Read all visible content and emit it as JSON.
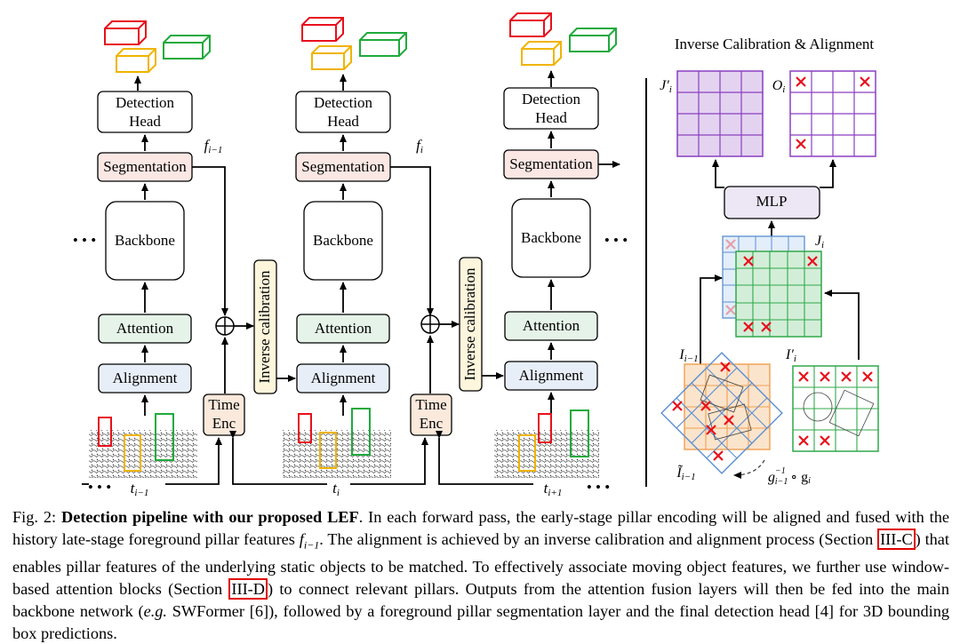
{
  "blocks": {
    "detection_head_line1": "Detection",
    "detection_head_line2": "Head",
    "segmentation": "Segmentation",
    "backbone": "Backbone",
    "attention": "Attention",
    "alignment": "Alignment",
    "time_enc_line1": "Time",
    "time_enc_line2": "Enc",
    "inverse_calibration": "Inverse calibration",
    "mlp": "MLP",
    "ellipsis": "• • •"
  },
  "math": {
    "f_prev": "f",
    "f_prev_sub": "i−1",
    "f_cur": "f",
    "f_cur_sub": "i",
    "t_prev": "t",
    "t_prev_sub": "i−1",
    "t_cur": "t",
    "t_cur_sub": "i",
    "t_next": "t",
    "t_next_sub": "i+1",
    "J_prime": "J′",
    "J_prime_sub": "i",
    "O": "O",
    "O_sub": "i",
    "J": "J",
    "J_sub": "i",
    "I_prev": "I",
    "I_prev_sub": "i−1",
    "I_prime": "I′",
    "I_prime_sub": "i",
    "I_tilde": "Ĩ",
    "I_tilde_sub": "i−1",
    "transform": "g",
    "transform_sup": "−1",
    "transform_sub": "i−1",
    "transform_rest": "∘ g",
    "transform_rest_sub": "i"
  },
  "panel_title": "Inverse Calibration & Alignment",
  "caption": {
    "prefix": "Fig. 2: ",
    "bold": "Detection pipeline with our proposed LEF",
    "t1": ". In each forward pass, the early-stage pillar encoding will be aligned and fused with the history late-stage foreground pillar features ",
    "f": "f",
    "f_sub": "i−1",
    "t2": ". The alignment is achieved by an inverse calibration and alignment process (Section ",
    "ref1": "III-C",
    "t3": ") that enables pillar features of the underlying static objects to be matched. To effectively associate moving object features, we further use window-based attention blocks (Section ",
    "ref2": "III-D",
    "t4": ") to connect relevant pillars. Outputs from the attention fusion layers will then be fed into the main backbone network (",
    "eg": "e.g.",
    "t5": " SWFormer [6]), followed by a foreground pillar segmentation layer and the final detection head [4] for 3D bounding box predictions."
  },
  "colors": {
    "detection_head": "#ffffff",
    "segmentation": "#fbe7e4",
    "backbone": "#ffffff",
    "attention": "#e5f3e8",
    "alignment": "#e8eef8",
    "time_enc": "#fbe9dc",
    "inverse_calibration": "#fdf5dc",
    "mlp": "#ece6f5",
    "box_red": "#e8101c",
    "box_yellow": "#f0b400",
    "box_green": "#1faa3c",
    "grid_purple": "#8a3fc0",
    "grid_green": "#2fa84a",
    "grid_orange": "#f0a050",
    "grid_blue": "#5b8fd0"
  }
}
